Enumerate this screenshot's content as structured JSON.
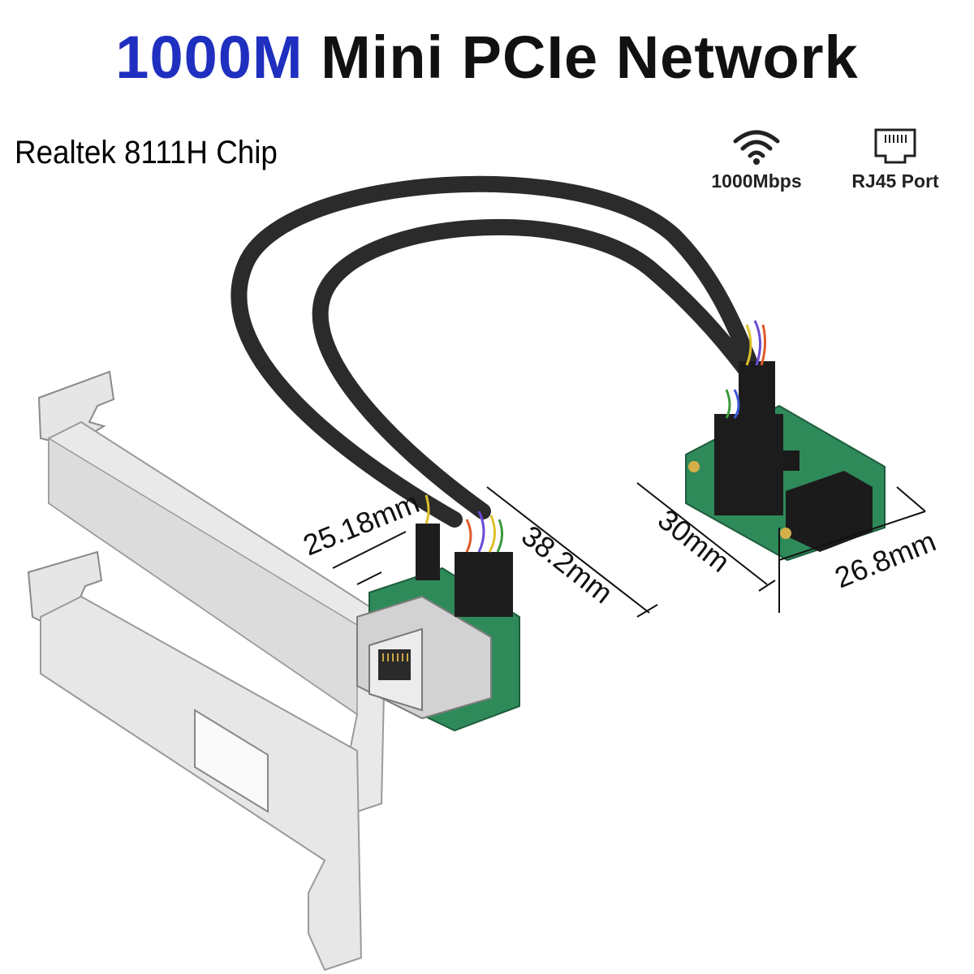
{
  "header": {
    "title_accent": "1000M",
    "title_rest": "Mini PCIe Network"
  },
  "subtitle": "Realtek 8111H Chip",
  "features": [
    {
      "icon": "wifi-icon",
      "label": "1000Mbps"
    },
    {
      "icon": "rj45-port-icon",
      "label": "RJ45 Port"
    }
  ],
  "dimensions": {
    "bracket_board_width": "25.18mm",
    "bracket_board_length": "38.2mm",
    "mini_card_length": "30mm",
    "mini_card_width": "26.8mm"
  },
  "colors": {
    "accent": "#1f2fbf",
    "pcb": "#2f8a5a",
    "cable": "#2b2b2b",
    "bracket": "#d9d9d9"
  }
}
